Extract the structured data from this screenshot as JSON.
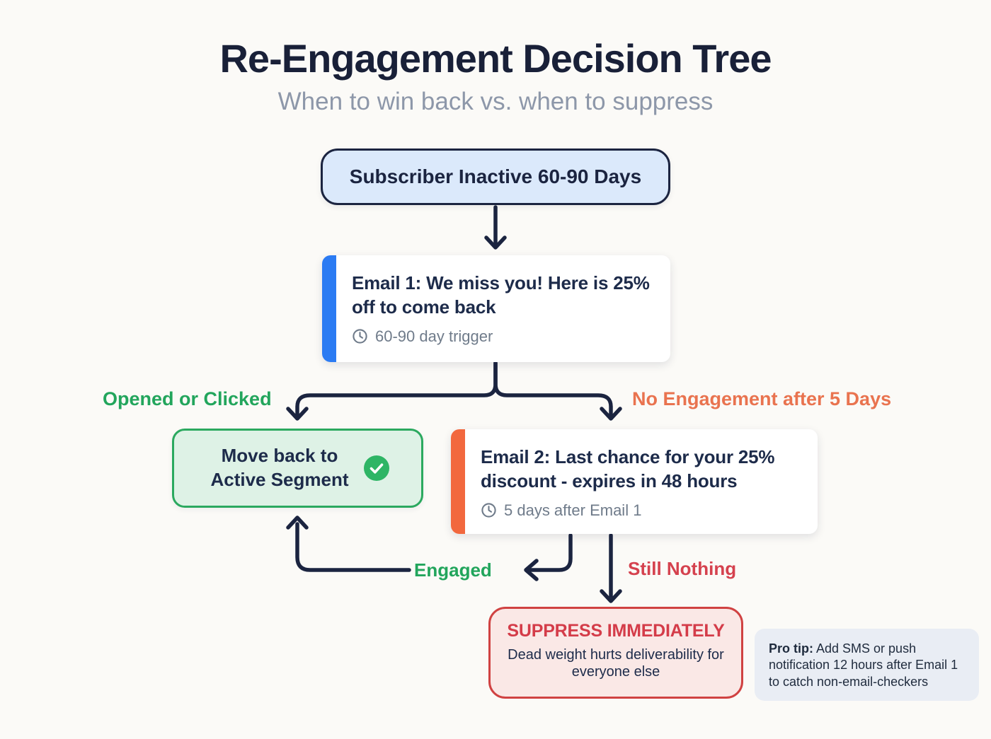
{
  "header": {
    "title": "Re-Engagement Decision Tree",
    "subtitle": "When to win back vs. when to suppress"
  },
  "nodes": {
    "start": {
      "label": "Subscriber Inactive 60-90 Days"
    },
    "email1": {
      "title": "Email 1: We miss you! Here is 25% off to come back",
      "meta": "60-90 day trigger"
    },
    "email2": {
      "title": "Email 2: Last chance for your 25% discount - expires in 48 hours",
      "meta": "5 days after Email 1"
    },
    "active_segment": {
      "label": "Move back to Active Segment"
    },
    "suppress": {
      "title": "SUPPRESS IMMEDIATELY",
      "subtitle": "Dead weight hurts deliverability for everyone else"
    }
  },
  "edges": {
    "opened": "Opened or Clicked",
    "no_engagement": "No Engagement after 5 Days",
    "engaged": "Engaged",
    "still_nothing": "Still Nothing"
  },
  "protip": {
    "bold": "Pro tip:",
    "text": " Add SMS or push notification 12 hours after Email 1 to catch non-email-checkers"
  },
  "icons": {
    "email_meta": "clock-icon",
    "active_segment": "check-circle-icon"
  },
  "colors": {
    "page_bg": "#fbfaf7",
    "navy": "#1b2440",
    "title_navy": "#192038",
    "card_text": "#1d2b4a",
    "subtitle_gray": "#8d97a9",
    "meta_gray": "#6f7b8a",
    "start_bg": "#dbe9fb",
    "blue_bar": "#2b7bf3",
    "green": "#22a55c",
    "green_border": "#2ba95f",
    "green_bg": "#def2e6",
    "check_green": "#2eb565",
    "orange": "#e9734f",
    "orange_bar": "#f2683e",
    "red": "#d5414e",
    "red_border": "#d04242",
    "red_bg": "#fae8e6",
    "red_title": "#d43c49",
    "protip_bg": "#e9edf4",
    "card_bg": "#ffffff"
  }
}
